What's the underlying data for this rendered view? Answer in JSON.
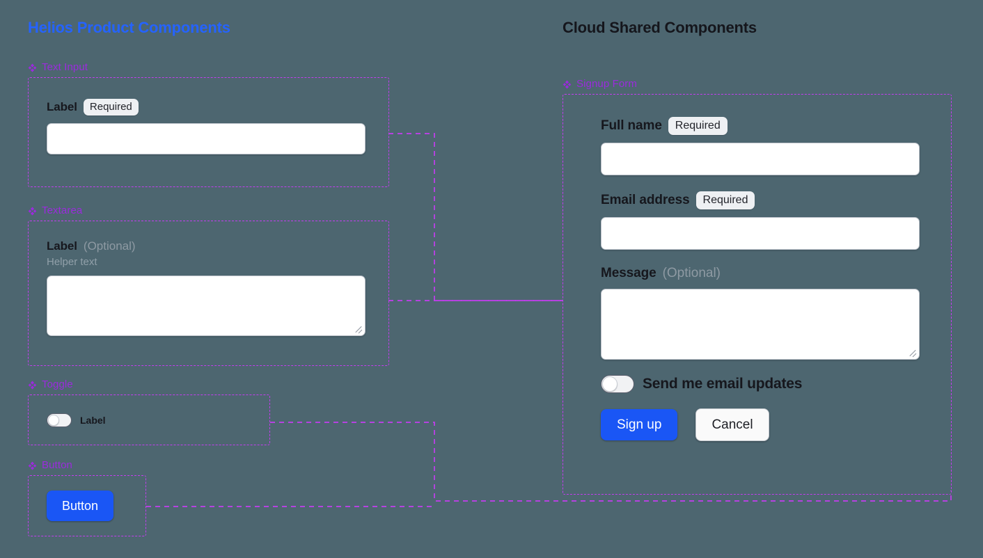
{
  "background_color": "#4d6670",
  "accent_colors": {
    "left_panel_title": "#2563ff",
    "right_panel_title": "#15161c",
    "section_label": "#9b2bdd",
    "card_border": "#c43df0",
    "connector": "#c43df0",
    "primary_button": "#1a56f5"
  },
  "left_panel": {
    "title": "Helios Product Components",
    "sections": [
      {
        "icon": "diamond-cluster-icon",
        "label": "Text Input",
        "field": {
          "label": "Label",
          "badge": "Required",
          "input_value": "",
          "input_placeholder": ""
        }
      },
      {
        "icon": "diamond-cluster-icon",
        "label": "Textarea",
        "field": {
          "label": "Label",
          "optional": "(Optional)",
          "helper": "Helper text",
          "textarea_value": "",
          "textarea_placeholder": ""
        }
      },
      {
        "icon": "diamond-cluster-icon",
        "label": "Toggle",
        "field": {
          "toggle_label": "Label",
          "toggle_state": "off"
        }
      },
      {
        "icon": "diamond-cluster-icon",
        "label": "Button",
        "field": {
          "button_label": "Button"
        }
      }
    ]
  },
  "right_panel": {
    "title": "Cloud Shared Components",
    "section": {
      "icon": "diamond-cluster-icon",
      "label": "Signup Form"
    },
    "form": {
      "full_name": {
        "label": "Full name",
        "badge": "Required",
        "value": "",
        "placeholder": ""
      },
      "email": {
        "label": "Email address",
        "badge": "Required",
        "value": "",
        "placeholder": ""
      },
      "message": {
        "label": "Message",
        "optional": "(Optional)",
        "value": "",
        "placeholder": ""
      },
      "updates_toggle": {
        "label": "Send me email updates",
        "state": "off"
      },
      "submit_button": "Sign up",
      "cancel_button": "Cancel"
    }
  }
}
